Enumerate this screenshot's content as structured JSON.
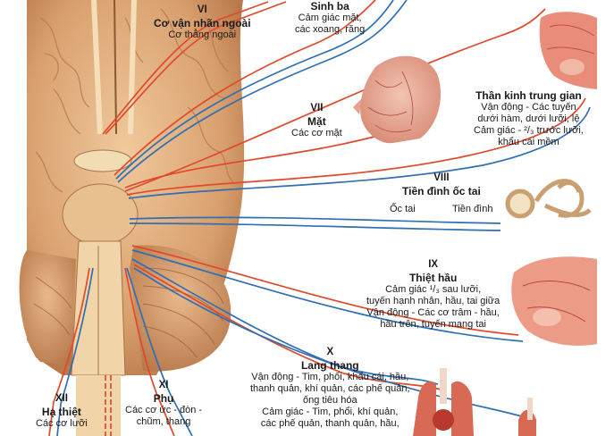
{
  "nerves": {
    "vi": {
      "number": "VI",
      "title": "Cơ vận nhãn ngoài",
      "text": [
        "Cơ thẳng ngoài"
      ]
    },
    "v": {
      "title": "Sinh ba",
      "text": [
        "Cảm giác mặt,",
        "các xoang, răng"
      ]
    },
    "vii": {
      "number": "VII",
      "title": "Mặt",
      "text": [
        "Các cơ mặt"
      ]
    },
    "intermediate": {
      "title": "Thần kinh trung gian",
      "text": [
        "Vận động - Các tuyến",
        "dưới hàm, dưới lưỡi, lệ",
        "Cảm giác - ²/₃ trước lưỡi,",
        "khẩu cái mềm"
      ]
    },
    "viii": {
      "number": "VIII",
      "title": "Tiền đình ốc tai",
      "branch_cochlear": "Ốc tai",
      "branch_vestibular": "Tiền đình"
    },
    "ix": {
      "number": "IX",
      "title": "Thiệt hầu",
      "text": [
        "Cảm giác ¹/₃ sau lưỡi,",
        "tuyến hạnh nhân, hầu, tai giữa",
        "Vận động - Các cơ trâm - hầu,",
        "hầu trên, tuyến mang tai"
      ]
    },
    "x": {
      "number": "X",
      "title": "Lang thang",
      "text": [
        "Vận động  - Tim, phổi, khẩu cái, hầu,",
        "thanh quản, khí quản, các phế quản,",
        "ống tiêu hóa",
        "Cảm giác - Tim, phổi, khí quản,",
        "các phế quản, thanh quản, hầu,"
      ]
    },
    "xi": {
      "number": "XI",
      "title": "Phụ",
      "text": [
        "Các cơ ức - đòn -",
        "chũm, thang"
      ]
    },
    "xii": {
      "number": "XII",
      "title": "Hạ thiệt",
      "text": [
        "Các cơ lưỡi"
      ]
    }
  },
  "colors": {
    "motor": "#e0492b",
    "sensory": "#2f6fb3",
    "brain": "#dca77a",
    "flesh": "#e69a86"
  }
}
